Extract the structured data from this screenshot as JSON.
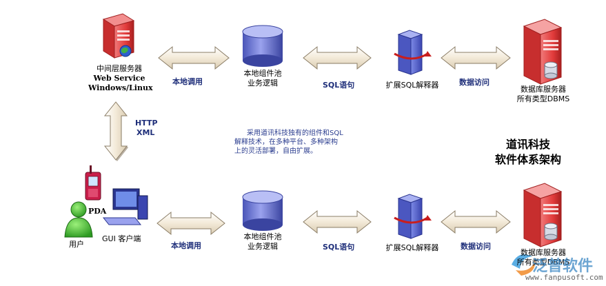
{
  "top_row": {
    "middleware_server": {
      "label_line1": "中间层服务器",
      "label_line2": "Web Service",
      "label_line3": "Windows/Linux"
    },
    "arrow1_label": "本地调用",
    "component_pool": {
      "label_line1": "本地组件池",
      "label_line2": "业务逻辑"
    },
    "arrow2_label": "SQL语句",
    "sql_parser": {
      "label": "扩展SQL解释器"
    },
    "arrow3_label": "数据访问",
    "db_server": {
      "label_line1": "数据库服务器",
      "label_line2": "所有类型DBMS"
    }
  },
  "vertical_link": {
    "label_line1": "HTTP",
    "label_line2": "XML"
  },
  "description": {
    "line1": "采用道讯科技独有的组件和SQL",
    "line2": "解释技术，在多种平台、多种架构",
    "line3": "上的灵活部署，自由扩展。"
  },
  "title": {
    "line1": "道讯科技",
    "line2": "软件体系架构"
  },
  "bottom_row": {
    "pda_label": "PDA",
    "user_label": "用户",
    "gui_client_label": "GUI 客户端",
    "arrow1_label": "本地调用",
    "component_pool": {
      "label_line1": "本地组件池",
      "label_line2": "业务逻辑"
    },
    "arrow2_label": "SQL语句",
    "sql_parser": {
      "label": "扩展SQL解释器"
    },
    "arrow3_label": "数据访问",
    "db_server": {
      "label_line1": "数据库服务器",
      "label_line2": "所有类型DBMS"
    }
  },
  "watermark": {
    "brand": "泛普软件",
    "url": "www.fanpusoft.com"
  },
  "colors": {
    "server_red": "#e23b3b",
    "cylinder_blue": "#6f78d6",
    "arrow_fill": "#f7f1e3",
    "arrow_edge": "#8a7c65",
    "note_blue": "#2b3d8f"
  }
}
